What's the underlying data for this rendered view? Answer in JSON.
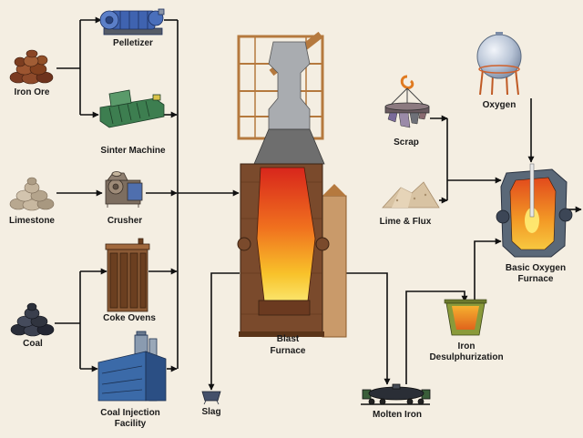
{
  "colors": {
    "background": "#f4eee2",
    "line": "#111111"
  },
  "labels": {
    "iron_ore": "Iron Ore",
    "pelletizer": "Pelletizer",
    "sinter_machine": "Sinter Machine",
    "limestone": "Limestone",
    "crusher": "Crusher",
    "coke_ovens": "Coke Ovens",
    "coal": "Coal",
    "coal_injection_facility": {
      "line1": "Coal Injection",
      "line2": "Facility"
    },
    "blast_furnace": {
      "line1": "Blast",
      "line2": "Furnace"
    },
    "slag": "Slag",
    "molten_iron": "Molten Iron",
    "scrap": "Scrap",
    "lime_flux": "Lime & Flux",
    "oxygen": "Oxygen",
    "basic_oxygen_furnace": {
      "line1": "Basic Oxygen",
      "line2": "Furnace"
    },
    "iron_desulphurization": {
      "line1": "Iron",
      "line2": "Desulphurization"
    }
  }
}
